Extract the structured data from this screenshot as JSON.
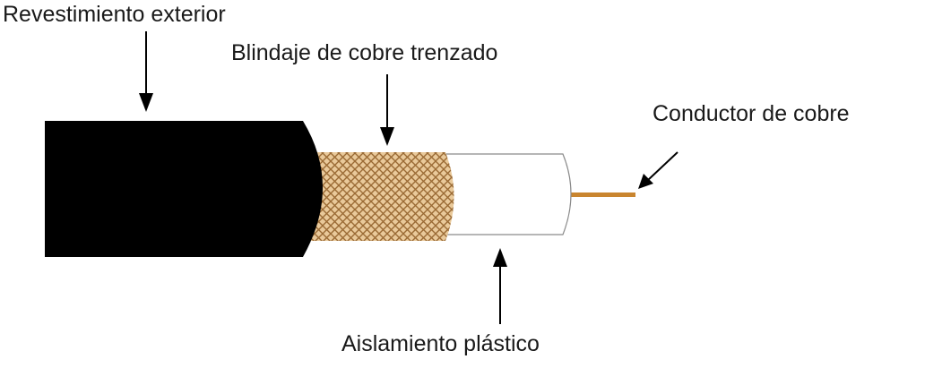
{
  "labels": {
    "outer_jacket": "Revestimiento exterior",
    "braided_shield": "Blindaje de cobre trenzado",
    "copper_conductor": "Conductor de cobre",
    "plastic_insulation": "Aislamiento plástico"
  },
  "colors": {
    "background": "#ffffff",
    "outer_jacket": "#000000",
    "braid_base": "#e9c99a",
    "braid_strands": "#9a6a34",
    "insulation": "#ffffff",
    "insulation_outline": "#8a8a8a",
    "conductor": "#c9852f",
    "text": "#1a1a1a",
    "arrows": "#000000"
  }
}
